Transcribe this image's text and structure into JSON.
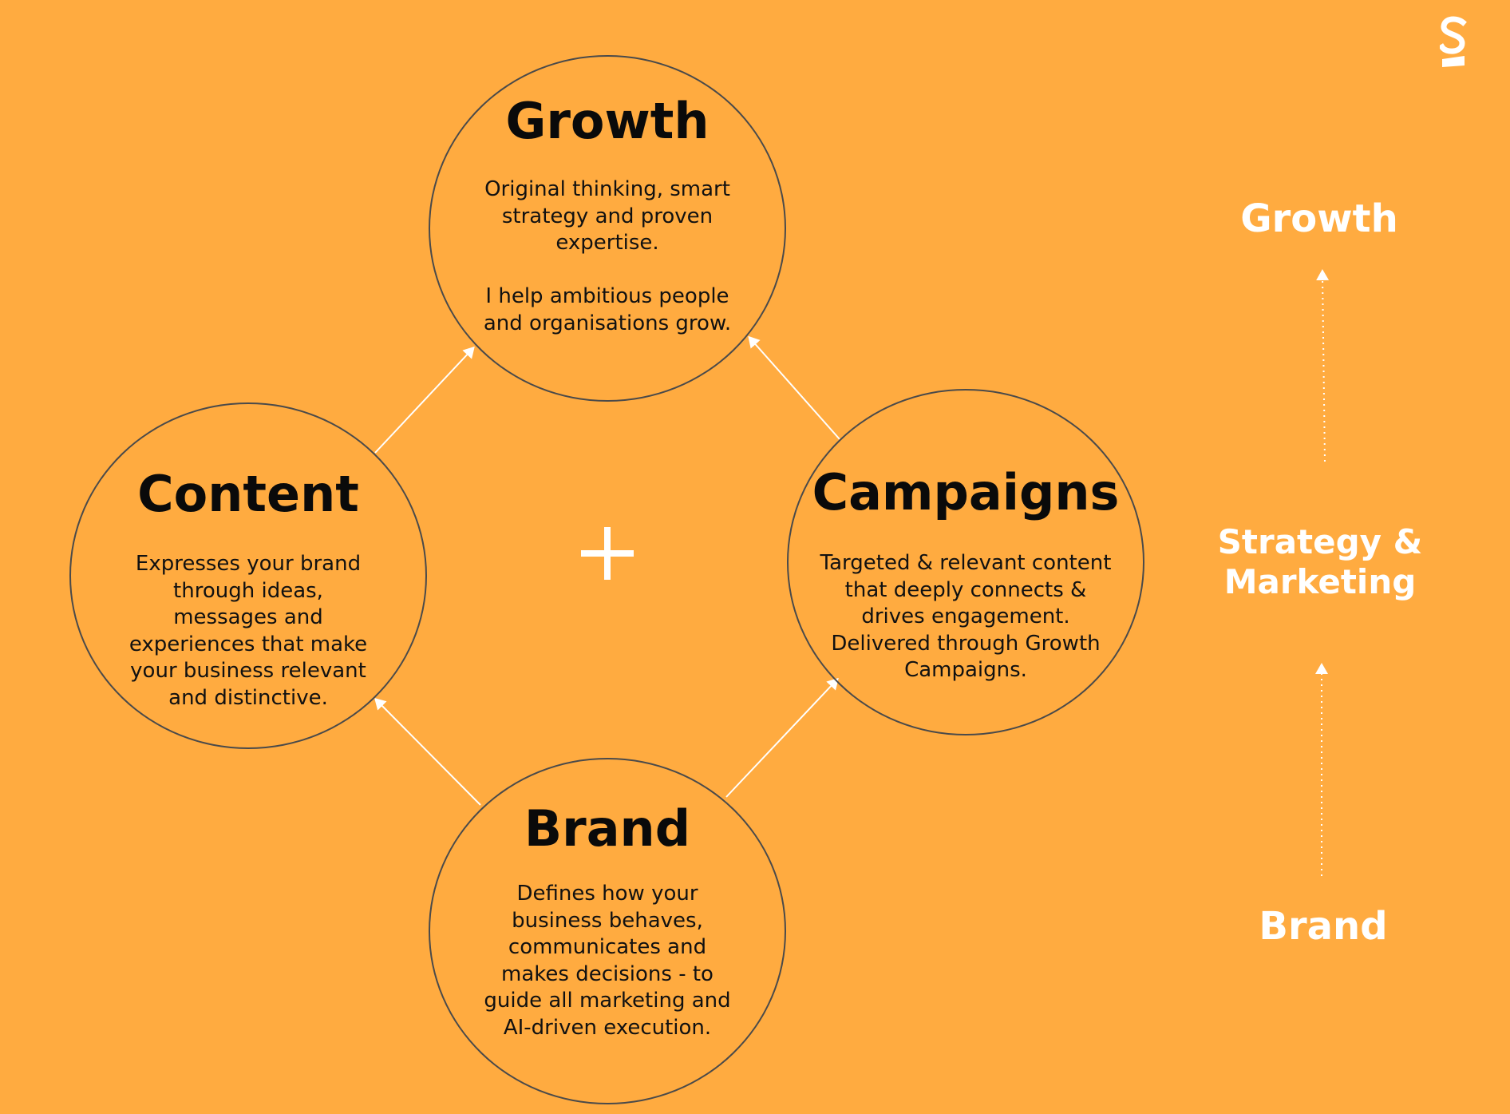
{
  "nodes": {
    "growth": {
      "title": "Growth",
      "description": "Original thinking, smart\nstrategy and proven\nexpertise.\n\nI help ambitious people\nand organisations grow."
    },
    "content": {
      "title": "Content",
      "description": "Expresses your brand\nthrough ideas,\nmessages and\nexperiences that make\nyour business relevant\nand distinctive."
    },
    "campaigns": {
      "title": "Campaigns",
      "description": "Targeted & relevant content\nthat deeply connects &\ndrives engagement.\nDelivered through Growth\nCampaigns."
    },
    "brand": {
      "title": "Brand",
      "description": "Defines how your\nbusiness behaves,\ncommunicates and\nmakes decisions - to\nguide all marketing and\nAI-driven execution."
    }
  },
  "edges": [
    {
      "from": "brand",
      "to": "content"
    },
    {
      "from": "brand",
      "to": "campaigns"
    },
    {
      "from": "content",
      "to": "growth"
    },
    {
      "from": "campaigns",
      "to": "growth"
    }
  ],
  "center_symbol": "plus-icon",
  "side_stack": {
    "top": "Growth",
    "middle": "Strategy &\nMarketing",
    "bottom": "Brand",
    "arrow_style": "dotted-up"
  },
  "logo": "S",
  "colors": {
    "background": "#FFAB40",
    "circle_stroke": "#4a4a4a",
    "arrow": "#ffffff",
    "side_text": "#ffffff"
  }
}
